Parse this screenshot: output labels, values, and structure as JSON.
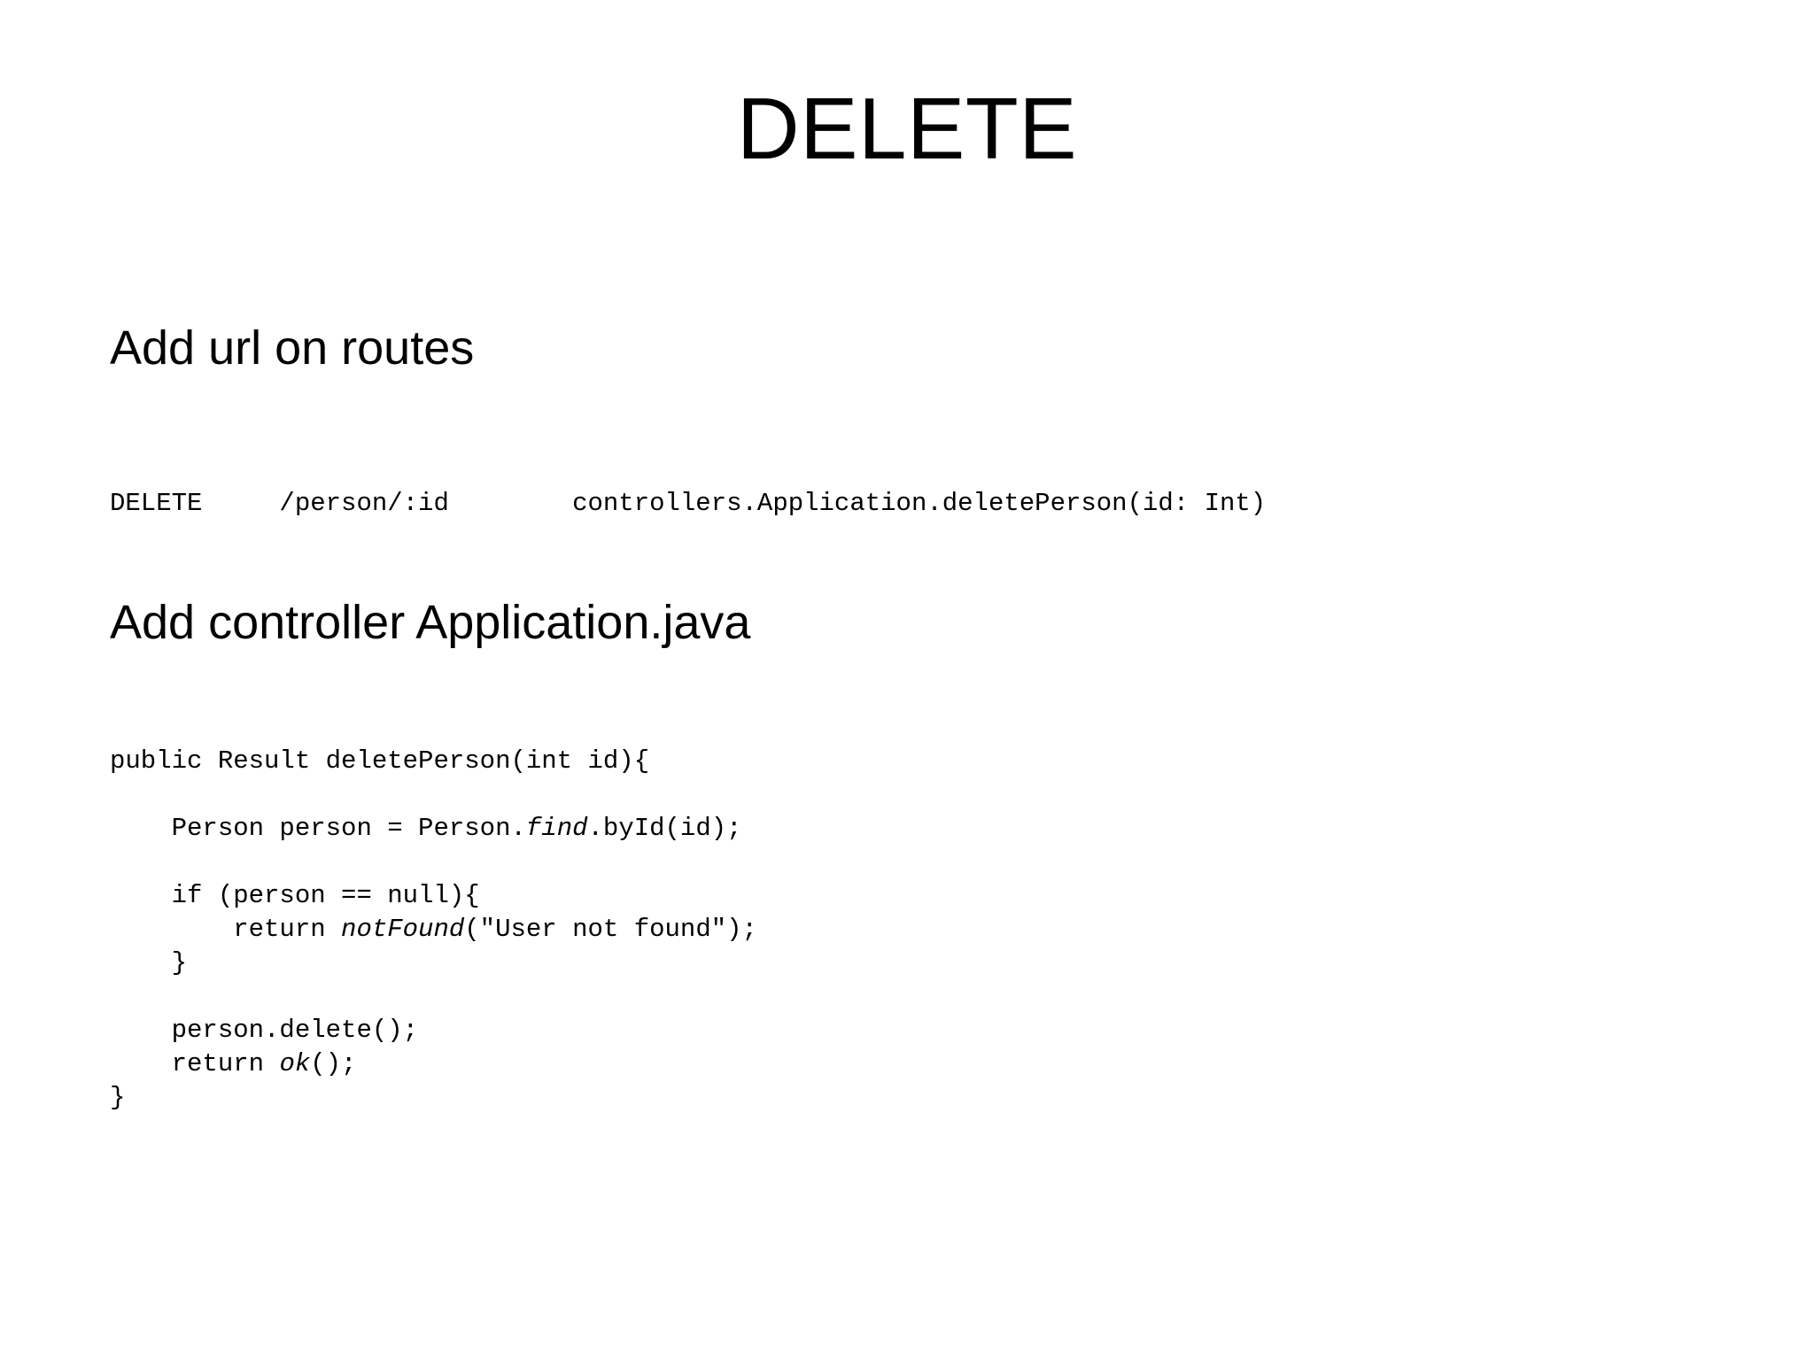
{
  "slide": {
    "title": "DELETE",
    "background_color": "#ffffff",
    "text_color": "#000000"
  },
  "sections": [
    {
      "heading": "Add url on routes",
      "code_id": "routes",
      "code_lines": [
        {
          "segments": [
            {
              "text": "DELETE     /person/:id        controllers.Application.deletePerson(id: Int)",
              "italic": false
            }
          ]
        }
      ]
    },
    {
      "heading": "Add controller Application.java",
      "code_id": "controller",
      "code_lines": [
        {
          "segments": [
            {
              "text": "public Result deletePerson(int id){",
              "italic": false
            }
          ]
        },
        {
          "segments": [
            {
              "text": "",
              "italic": false
            }
          ]
        },
        {
          "segments": [
            {
              "text": "    Person person = Person.",
              "italic": false
            },
            {
              "text": "find",
              "italic": true
            },
            {
              "text": ".byId(id);",
              "italic": false
            }
          ]
        },
        {
          "segments": [
            {
              "text": "",
              "italic": false
            }
          ]
        },
        {
          "segments": [
            {
              "text": "    if (person == null){",
              "italic": false
            }
          ]
        },
        {
          "segments": [
            {
              "text": "        return ",
              "italic": false
            },
            {
              "text": "notFound",
              "italic": true
            },
            {
              "text": "(\"User not found\");",
              "italic": false
            }
          ]
        },
        {
          "segments": [
            {
              "text": "    }",
              "italic": false
            }
          ]
        },
        {
          "segments": [
            {
              "text": "",
              "italic": false
            }
          ]
        },
        {
          "segments": [
            {
              "text": "    person.delete();",
              "italic": false
            }
          ]
        },
        {
          "segments": [
            {
              "text": "    return ",
              "italic": false
            },
            {
              "text": "ok",
              "italic": true
            },
            {
              "text": "();",
              "italic": false
            }
          ]
        },
        {
          "segments": [
            {
              "text": "}",
              "italic": false
            }
          ]
        }
      ]
    }
  ]
}
